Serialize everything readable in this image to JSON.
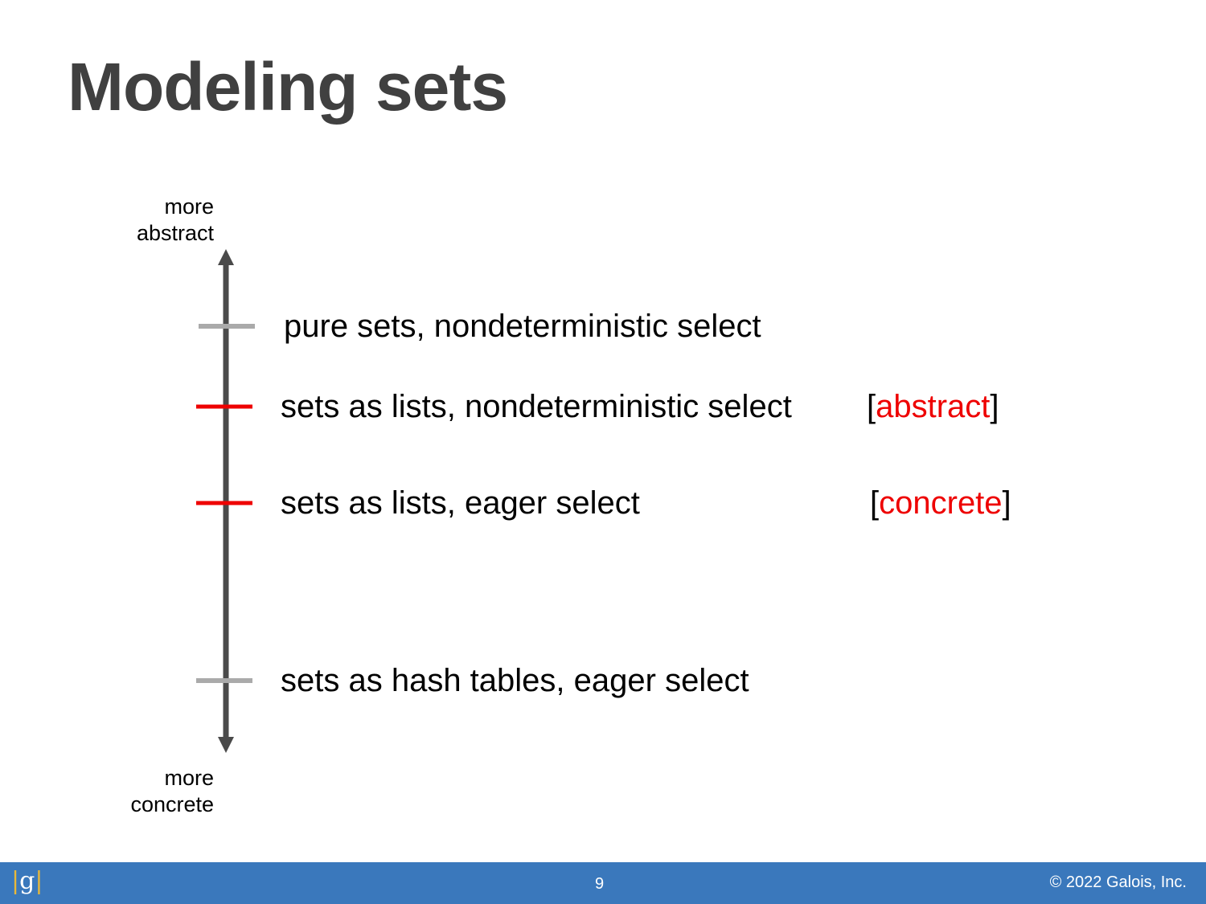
{
  "slide": {
    "title": "Modeling sets"
  },
  "axis": {
    "top_label": [
      "more",
      "abstract"
    ],
    "bottom_label": [
      "more",
      "concrete"
    ]
  },
  "levels": [
    {
      "text": "pure sets, nondeterministic select",
      "marker_color": "#aaaaaa"
    },
    {
      "text": "sets as lists, nondeterministic select",
      "marker_color": "#ee0000"
    },
    {
      "text": "sets as lists, eager select",
      "marker_color": "#ee0000"
    },
    {
      "text": "sets as hash tables, eager select",
      "marker_color": "#aaaaaa"
    }
  ],
  "tags": {
    "abstract": {
      "open": "[",
      "word": "abstract",
      "close": "]"
    },
    "concrete": {
      "open": "[",
      "word": "concrete",
      "close": "]"
    }
  },
  "footer": {
    "logo": {
      "left": "|",
      "letter": "g",
      "right": "|"
    },
    "page_number": "9",
    "copyright": "© 2022 Galois, Inc."
  },
  "colors": {
    "axis": "#4a4a4a",
    "footer_bg": "#3a78bc",
    "highlight": "#ee0000",
    "muted_marker": "#aaaaaa"
  }
}
